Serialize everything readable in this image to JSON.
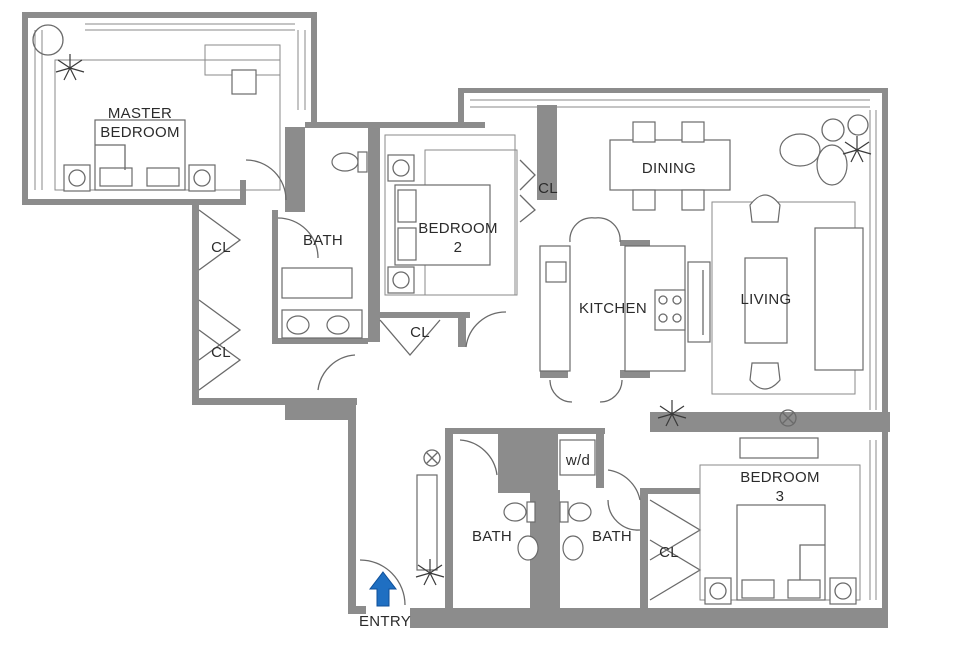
{
  "rooms": {
    "master_bedroom": [
      "MASTER",
      "BEDROOM"
    ],
    "bedroom_2": [
      "BEDROOM",
      "2"
    ],
    "bedroom_3": [
      "BEDROOM",
      "3"
    ],
    "bath_1": "BATH",
    "bath_2": "BATH",
    "bath_3": "BATH",
    "closet_1": "CL",
    "closet_2": "CL",
    "closet_3": "CL",
    "closet_4": "CL",
    "closet_5": "CL",
    "kitchen": "KITCHEN",
    "dining": "DINING",
    "living": "LIVING",
    "laundry": "w/d",
    "entry": "ENTRY"
  },
  "colors": {
    "wall": "#8c8c8c",
    "entry_arrow": "#1f6fc2"
  },
  "icons": [
    "entry-arrow-icon",
    "plant-icon",
    "lamp-icon",
    "toilet-icon",
    "sink-icon",
    "stove-icon",
    "bed-icon",
    "chair-icon"
  ]
}
